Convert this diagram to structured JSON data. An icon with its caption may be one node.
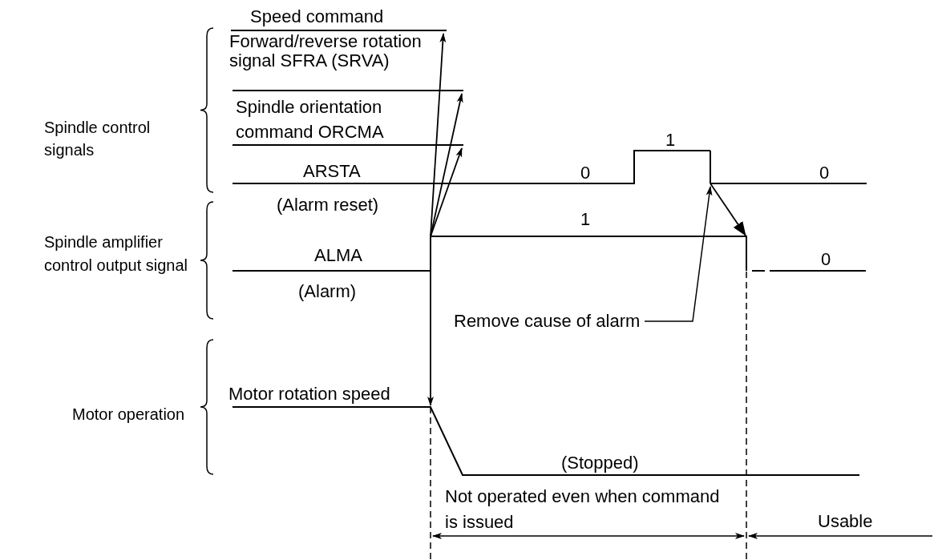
{
  "diagram": {
    "nodes": [
      {
        "text": [
          "Remove cause of alarm"
        ]
      },
      {
        "text": [],
        "shape": "line"
      }
    ],
    "edges": [
      {
        "from": 0,
        "to": 1,
        "arrow": "to"
      }
    ],
    "labels": [
      "Speed command",
      "Forward/reverse rotation signal SFRA (SRVA)",
      "Spindle control signals",
      "Spindle orientation command ORCMA",
      "1",
      "ARSTA",
      "0",
      "0",
      "(Alarm reset)",
      "1",
      "Spindle amplifier control output signal",
      "ALMA",
      "0",
      "(Alarm)",
      "Motor rotation speed",
      "Motor operation",
      "(Stopped)",
      "Not operated even when command is issued",
      "Usable"
    ]
  }
}
